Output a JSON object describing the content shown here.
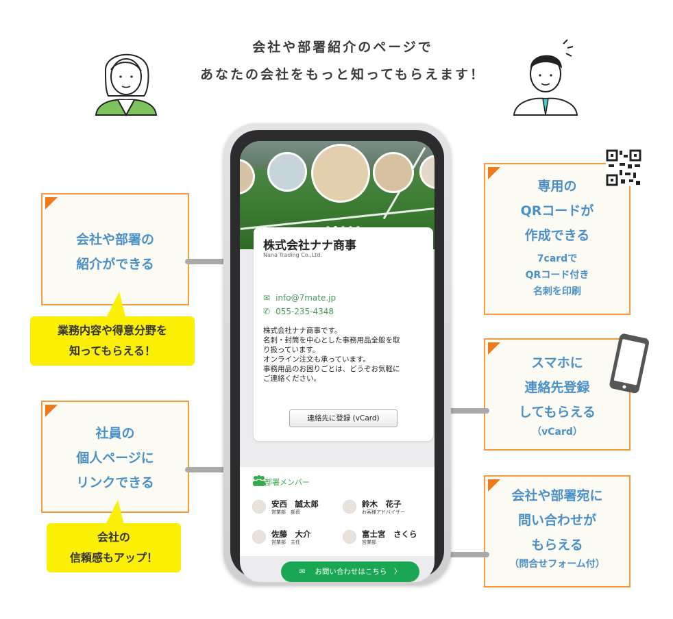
{
  "header": {
    "line1": "会社や部署紹介のページで",
    "line2": "あなたの会社をもっと知ってもらえます！"
  },
  "features": {
    "intro": {
      "line1": "会社や部署の",
      "line2": "紹介ができる",
      "note1": "業務内容や得意分野を",
      "note2": "知ってもらえる！"
    },
    "link": {
      "line1": "社員の",
      "line2": "個人ページに",
      "line3": "リンクできる",
      "note1": "会社の",
      "note2": "信頼感もアップ！"
    },
    "qr": {
      "line1": "専用の",
      "line2": "QRコードが",
      "line3": "作成できる",
      "sub1": "7cardで",
      "sub2": "QRコード付き",
      "sub3": "名刺を印刷"
    },
    "contact": {
      "line1": "スマホに",
      "line2": "連絡先登録",
      "line3": "してもらえる",
      "sub": "（vCard）"
    },
    "inquiry": {
      "line1": "会社や部署宛に",
      "line2": "問い合わせが",
      "line3": "もらえる",
      "sub": "（問合せフォーム付）"
    }
  },
  "phone": {
    "company_name": "株式会社ナナ商事",
    "company_en": "Nana Trading Co.,Ltd.",
    "email": "info@7mate.jp",
    "tel": "055-235-4348",
    "description": [
      "株式会社ナナ商事です。",
      "名刺・封筒を中心とした事務用品全般を取",
      "り扱っています。",
      "オンライン注文も承っています。",
      "事務用品のお困りごとは、どうぞお気軽に",
      "ご連絡ください。"
    ],
    "vcard_button": "連絡先に登録 (vCard)",
    "members_title": "部署メンバー",
    "members": [
      {
        "name": "安西　誠太郎",
        "role": "営業部　部長"
      },
      {
        "name": "鈴木　花子",
        "role": "お客様アドバイザー"
      },
      {
        "name": "佐藤　大介",
        "role": "営業部　主任"
      },
      {
        "name": "富士宮　さくら",
        "role": "営業部"
      }
    ],
    "contact_button": "お問い合わせはこちら　〉"
  },
  "colors": {
    "box_border": "#f29a3c",
    "box_corner": "#ee7b1b",
    "feature_text": "#4a90c8",
    "note_bg": "#fbf005",
    "arrow": "#aaaaaa",
    "accent_green": "#1aa753"
  }
}
